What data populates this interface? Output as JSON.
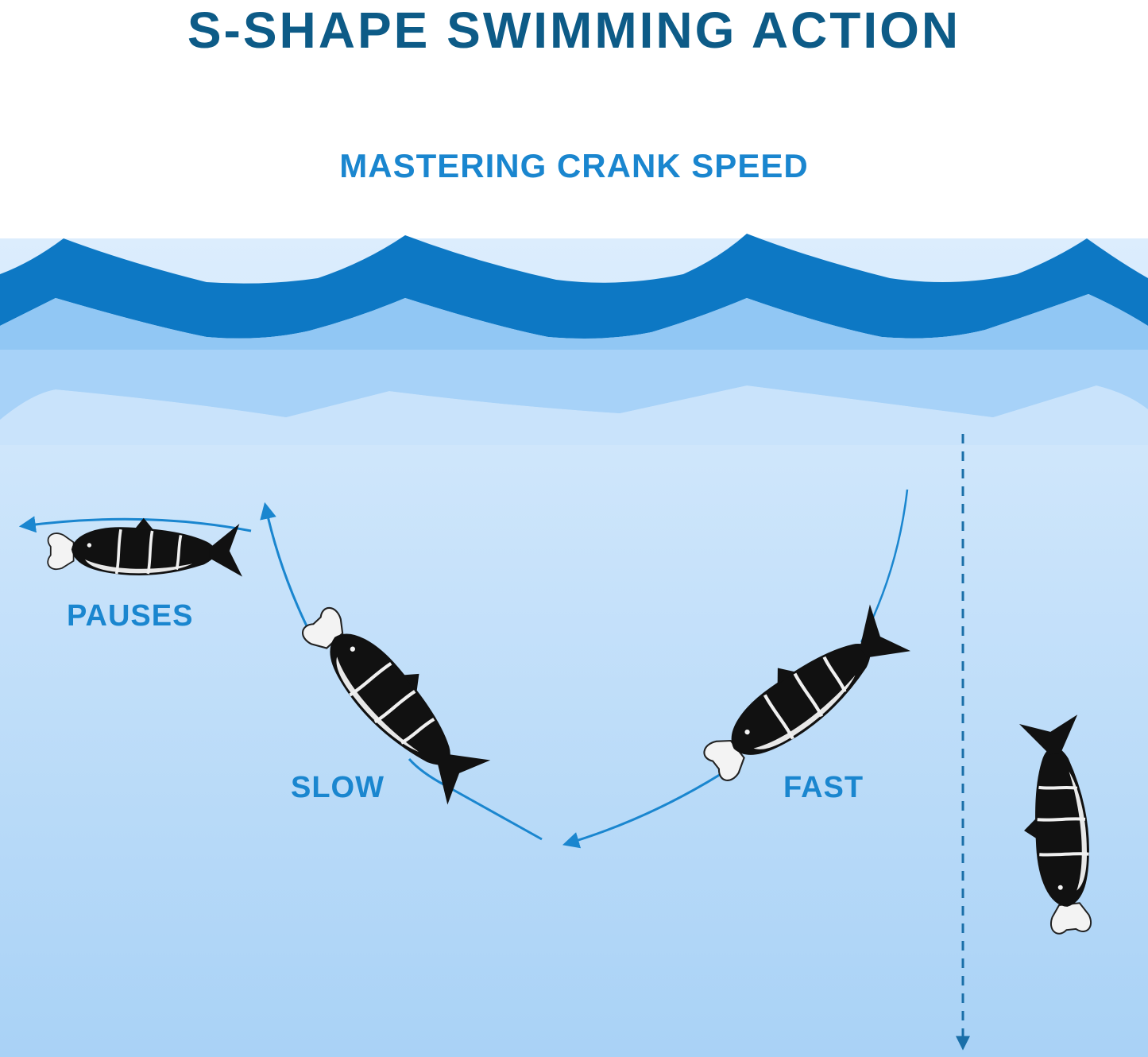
{
  "title": "S-SHAPE SWIMMING ACTION",
  "subtitle": "MASTERING CRANK SPEED",
  "stages": {
    "pauses": "PAUSES",
    "slow": "SLOW",
    "fast": "FAST"
  },
  "colors": {
    "title": "#0d5b87",
    "accent": "#1a86cf",
    "wave_dark": "#0d78c4",
    "wave_mid": "#7fbef0",
    "wave_light": "#a7d2f8",
    "water_top": "#dcedfd",
    "water_bottom": "#a9d2f6",
    "lure_body": "#111111",
    "lure_lip": "#f3f3f3"
  },
  "icons": [
    "swimbait-lure-icon",
    "arrowhead-icon"
  ]
}
